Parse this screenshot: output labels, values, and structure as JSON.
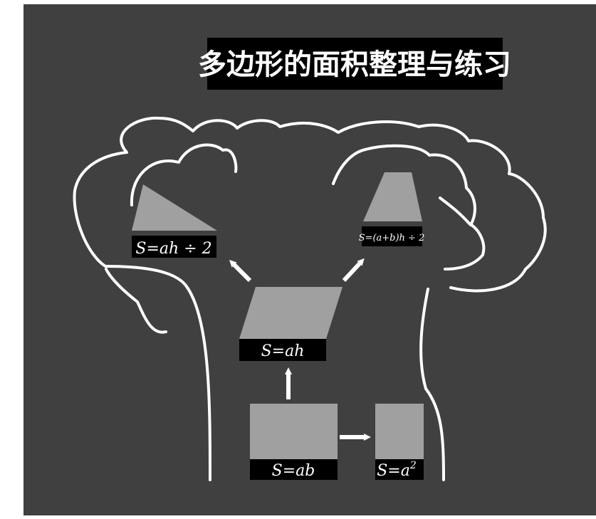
{
  "title": "多边形的面积整理与练习",
  "colors": {
    "board": "#404040",
    "shape_fill": "#a0a0a0",
    "chalk": "#ffffff",
    "label_bg": "#000000",
    "page": "#ffffff"
  },
  "formulas": {
    "triangle": "S=ah ÷ 2",
    "trapezoid": "S=(a+b)h ÷ 2",
    "parallelogram": "S=ah",
    "rectangle": "S=ab",
    "square": "S=a",
    "square_exponent": "2"
  },
  "arrows": [
    "arrow-up-icon",
    "arrow-right-icon",
    "arrow-up-left-icon",
    "arrow-up-right-icon"
  ]
}
